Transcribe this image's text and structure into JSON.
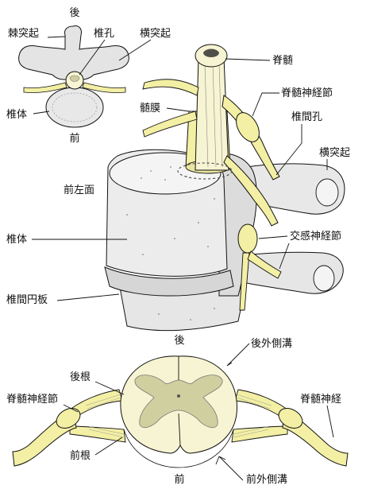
{
  "labels": {
    "top_back": "後",
    "spinous_process": "棘突起",
    "vertebral_foramen": "椎孔",
    "transverse_process_top": "横突起",
    "vertebral_body_top": "椎体",
    "top_front": "前",
    "spinal_cord": "脊髄",
    "spinal_ganglion": "脊髄神経節",
    "meninges": "髄膜",
    "intervertebral_foramen": "椎間孔",
    "transverse_process": "横突起",
    "anterior_left_surface": "前左面",
    "vertebral_body": "椎体",
    "sympathetic_ganglion": "交感神経節",
    "intervertebral_disc": "椎間円板",
    "bottom_back": "後",
    "posterolateral_sulcus": "後外側溝",
    "dorsal_root": "後根",
    "spinal_ganglion_bottom": "脊髄神経節",
    "spinal_nerve": "脊髄神経",
    "ventral_root": "前根",
    "bottom_front": "前",
    "anterolateral_sulcus": "前外側溝"
  },
  "colors": {
    "nerve": "#f3efa4",
    "bone": "#e8e8e8",
    "bone_dark": "#b9b9b9",
    "gray_matter": "#d0cfa0",
    "white_matter": "#f6f4d2",
    "ink": "#111111"
  }
}
